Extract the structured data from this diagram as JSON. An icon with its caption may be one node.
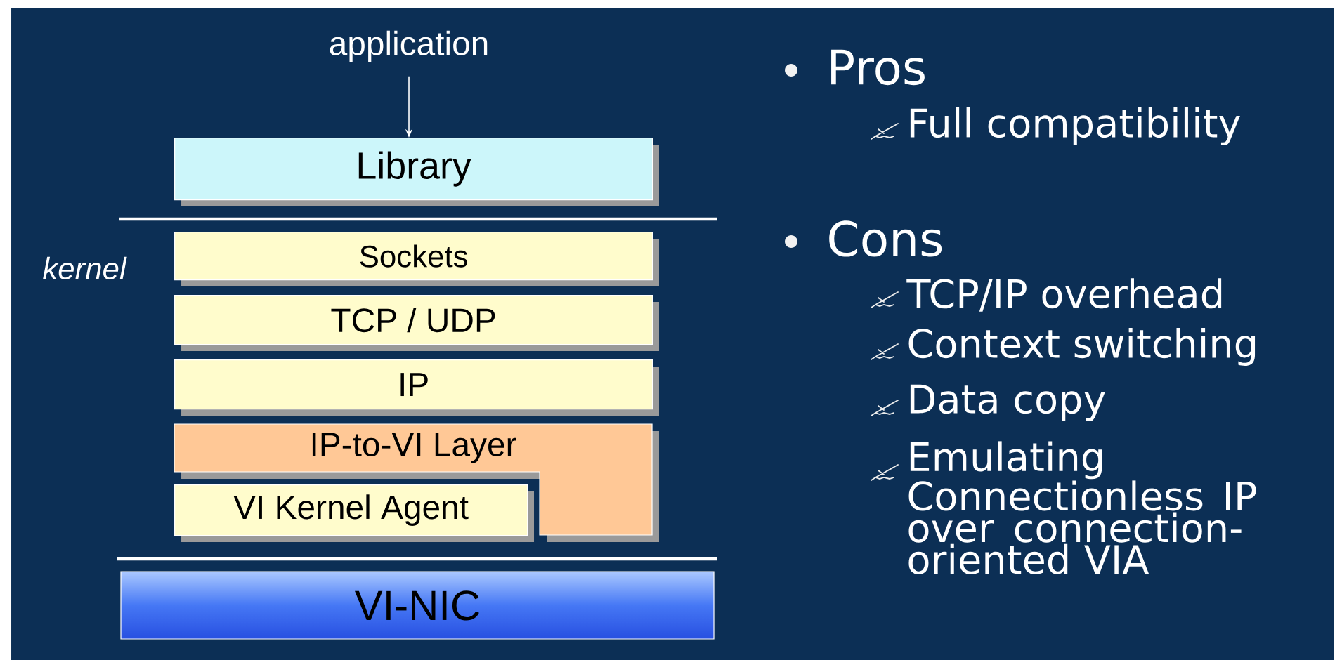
{
  "diagram": {
    "nodes": [
      {
        "text": [
          "application"
        ]
      },
      {
        "text": [
          "Library"
        ]
      },
      {
        "text": [
          "Sockets"
        ]
      },
      {
        "text": [
          "TCP / UDP"
        ]
      },
      {
        "text": [
          "IP"
        ]
      },
      {
        "text": [
          "IP-to-VI Layer"
        ]
      },
      {
        "text": [
          "VI Kernel Agent"
        ]
      },
      {
        "text": [
          "VI-NIC"
        ]
      }
    ],
    "edges": [
      {
        "from": 0,
        "to": 1,
        "arrow": "to"
      }
    ],
    "labels": [
      "kernel",
      "Pros",
      "Full compatibility",
      "Cons",
      "TCP/IP overhead",
      "Context switching",
      "Data copy",
      "Emulating Connectionless IP over connection-oriented VIA"
    ]
  }
}
